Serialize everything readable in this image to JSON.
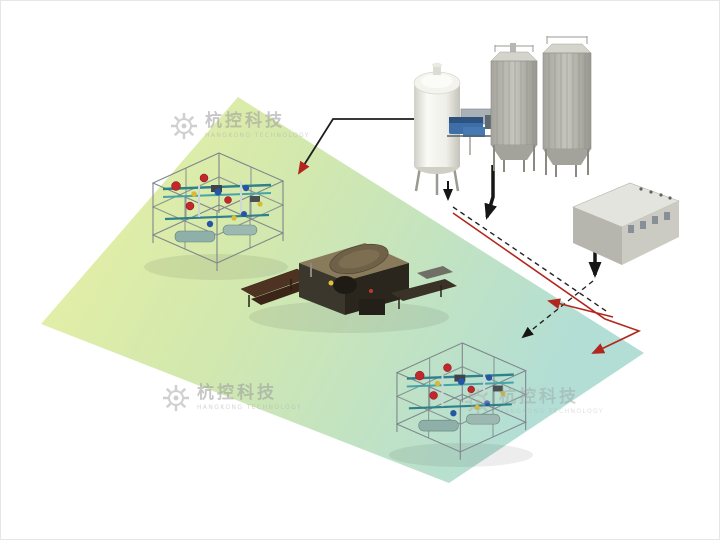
{
  "watermark": {
    "brand_cn": "杭控科技",
    "brand_en": "HANGKONG TECHNOLOGY"
  },
  "palette": {
    "background": "#ffffff",
    "floor_left": "#ecf2a2",
    "floor_mid": "#d2e8ae",
    "floor_right": "#b2ded6",
    "flow_black": "#161616",
    "flow_red": "#b3261e",
    "tank_body": "#f2f2ec",
    "silo_body": "#bcbcb4",
    "building_body": "#c9c9c1",
    "machine_body": "#3c372c",
    "pump_red": "#c1272d",
    "valve_blue": "#2456a4",
    "pipe_teal": "#2e8089"
  },
  "equipment": [
    {
      "name": "piping-skid-left"
    },
    {
      "name": "main-processing-machine"
    },
    {
      "name": "piping-skid-right"
    },
    {
      "name": "vertical-storage-tank"
    },
    {
      "name": "compressor-unit"
    },
    {
      "name": "silo-left"
    },
    {
      "name": "silo-right"
    },
    {
      "name": "control-room-building"
    }
  ],
  "flows": [
    {
      "name": "return-line-to-left-skid",
      "style": "solid",
      "color": "black-with-red-arrow"
    },
    {
      "name": "tank-outlet-arrow",
      "style": "solid",
      "color": "black"
    },
    {
      "name": "silo-discharge-arrow",
      "style": "solid-thick",
      "color": "black"
    },
    {
      "name": "building-feed-arrow",
      "style": "solid-thick",
      "color": "black"
    },
    {
      "name": "signal-line-diagonal",
      "style": "dashed",
      "color": "black"
    },
    {
      "name": "supply-line-to-right-skid",
      "style": "solid",
      "color": "red"
    },
    {
      "name": "supply-line-to-machine",
      "style": "solid",
      "color": "red"
    }
  ]
}
